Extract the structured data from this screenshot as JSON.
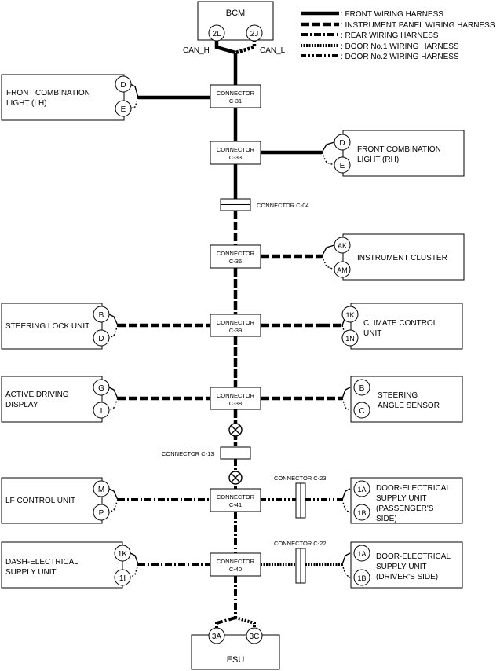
{
  "legend": [
    {
      "id": "front",
      "label": ": FRONT WIRING HARNESS"
    },
    {
      "id": "ip",
      "label": ": INSTRUMENT PANEL WIRING HARNESS"
    },
    {
      "id": "rear",
      "label": ": REAR WIRING HARNESS"
    },
    {
      "id": "door1",
      "label": ": DOOR No.1 WIRING HARNESS"
    },
    {
      "id": "door2",
      "label": ": DOOR No.2 WIRING HARNESS"
    }
  ],
  "bcm": {
    "label": "BCM",
    "pin_h": "2L",
    "pin_l": "2J",
    "can_h": "CAN_H",
    "can_l": "CAN_L"
  },
  "esu": {
    "label": "ESU",
    "pin_a": "3A",
    "pin_b": "3C"
  },
  "connectors": {
    "c31": {
      "line1": "CONNECTOR",
      "line2": "C-31"
    },
    "c33": {
      "line1": "CONNECTOR",
      "line2": "C-33"
    },
    "c36": {
      "line1": "CONNECTOR",
      "line2": "C-36"
    },
    "c39": {
      "line1": "CONNECTOR",
      "line2": "C-39"
    },
    "c38": {
      "line1": "CONNECTOR",
      "line2": "C-38"
    },
    "c41": {
      "line1": "CONNECTOR",
      "line2": "C-41"
    },
    "c40": {
      "line1": "CONNECTOR",
      "line2": "C-40"
    },
    "c04": "CONNECTOR C-04",
    "c13": "CONNECTOR C-13",
    "c23": "CONNECTOR C-23",
    "c22": "CONNECTOR C-22"
  },
  "modules": {
    "fcl_lh": {
      "line1": "FRONT COMBINATION",
      "line2": "LIGHT (LH)",
      "pin1": "D",
      "pin2": "E"
    },
    "fcl_rh": {
      "line1": "FRONT COMBINATION",
      "line2": "LIGHT (RH)",
      "pin1": "D",
      "pin2": "E"
    },
    "cluster": {
      "line1": "INSTRUMENT CLUSTER",
      "pin1": "AK",
      "pin2": "AM"
    },
    "steer_lock": {
      "line1": "STEERING LOCK UNIT",
      "pin1": "B",
      "pin2": "D"
    },
    "climate": {
      "line1": "CLIMATE CONTROL",
      "line2": "UNIT",
      "pin1": "1K",
      "pin2": "1N"
    },
    "active_display": {
      "line1": "ACTIVE DRIVING",
      "line2": "DISPLAY",
      "pin1": "G",
      "pin2": "I"
    },
    "steer_angle": {
      "line1": "STEERING",
      "line2": "ANGLE SENSOR",
      "pin1": "B",
      "pin2": "C"
    },
    "lf_control": {
      "line1": "LF CONTROL UNIT",
      "pin1": "M",
      "pin2": "P"
    },
    "door_pass": {
      "line1": "DOOR-ELECTRICAL",
      "line2": "SUPPLY UNIT",
      "line3": "(PASSENGER'S",
      "line4": "SIDE)",
      "pin1": "1A",
      "pin2": "1B"
    },
    "dash_supply": {
      "line1": "DASH-ELECTRICAL",
      "line2": "SUPPLY UNIT",
      "pin1": "1K",
      "pin2": "1I"
    },
    "door_drv": {
      "line1": "DOOR-ELECTRICAL",
      "line2": "SUPPLY UNIT",
      "line3": "(DRIVER'S SIDE)",
      "pin1": "1A",
      "pin2": "1B"
    }
  }
}
